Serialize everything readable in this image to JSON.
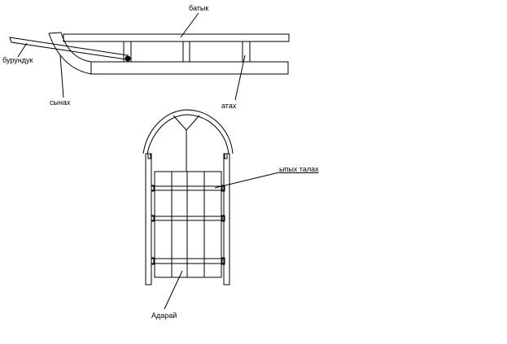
{
  "labels": {
    "batyk": "батык",
    "buruncuk": "бурундук",
    "synakh": "сынах",
    "atakh": "атах",
    "talakh": "ыпых талах",
    "adarai": "Адарай"
  },
  "colors": {
    "stroke": "#000000",
    "background": "#ffffff"
  }
}
